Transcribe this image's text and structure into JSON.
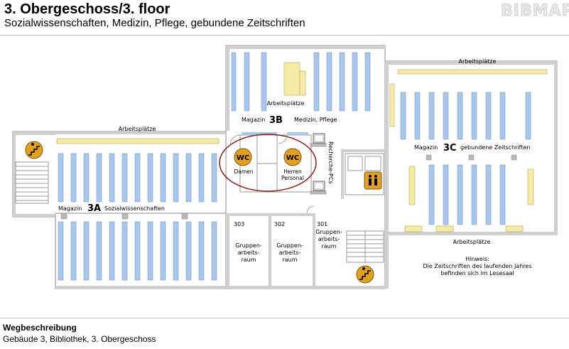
{
  "header": {
    "title": "3. Obergeschoss/3. floor",
    "subtitle": "Sozialwissenschaften, Medizin, Pflege, gebundene Zeitschriften",
    "logo_text": "BIBMAP"
  },
  "map": {
    "colors": {
      "shelf": "#a7c8ec",
      "desk": "#f5eaa6",
      "wall": "#cfcfcf",
      "wall_edge": "#8a8a8a",
      "highlight": "#8b1a1a",
      "icon_gold": "#e3a11f"
    },
    "labels": {
      "arbeitsplaetze_3a": "Arbeitsplätze",
      "arbeitsplaetze_3b": "Arbeitsplätze",
      "arbeitsplaetze_3c_top": "Arbeitsplätze",
      "arbeitsplaetze_3c_bottom": "Arbeitsplätze",
      "magazin_3a": "Magazin",
      "zone_3a": "3A",
      "topic_3a": "Sozialwissenschaften",
      "magazin_3b": "Magazin",
      "zone_3b": "3B",
      "topic_3b": "Medizin, Pflege",
      "magazin_3c": "Magazin",
      "zone_3c": "3C",
      "topic_3c": "gebundene Zeitschriften",
      "recherche_pcs": "Recherche-PCs",
      "room_303_no": "303",
      "room_303_line1": "Gruppen-",
      "room_303_line2": "arbeits-",
      "room_303_line3": "raum",
      "room_302_no": "302",
      "room_302_line1": "Gruppen-",
      "room_302_line2": "arbeits-",
      "room_302_line3": "raum",
      "room_301_no": "301",
      "room_301_line1": "Gruppen-",
      "room_301_line2": "arbeits-",
      "room_301_line3": "raum",
      "wc_text": "WC",
      "wc_damen": "Damen",
      "wc_herren_1": "Herren",
      "wc_herren_2": "Personal",
      "hint_1": "Hinweis:",
      "hint_2": "Die Zeitschriften des laufenden Jahres",
      "hint_3": "befinden sich im Lesesaal"
    }
  },
  "footer": {
    "heading": "Wegbeschreibung",
    "text": "Gebäude 3, Bibliothek, 3. Obergeschoss"
  }
}
